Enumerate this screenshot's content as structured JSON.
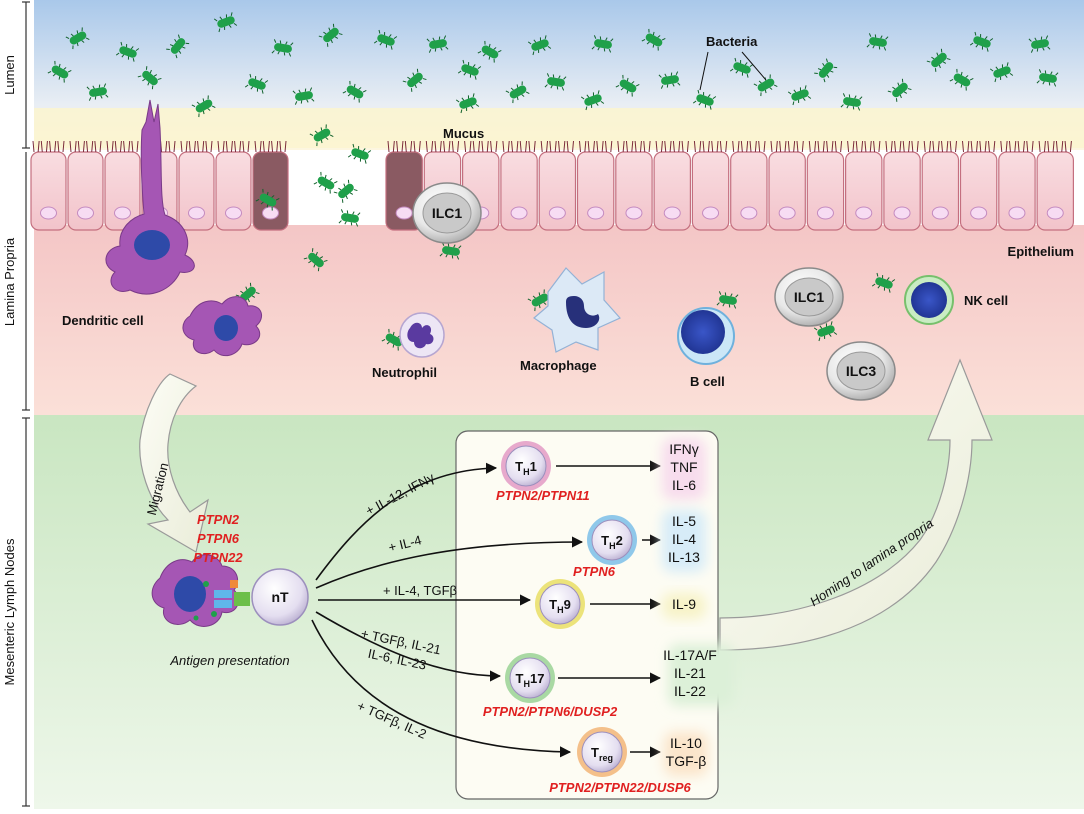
{
  "regions": {
    "lumen": "Lumen",
    "lamina_propria": "Lamina Propria",
    "lymph_nodes": "Mesenteric Lymph Nodes"
  },
  "labels": {
    "bacteria": "Bacteria",
    "mucus": "Mucus",
    "epithelium": "Epithelium",
    "dendritic_cell": "Dendritic cell",
    "neutrophil": "Neutrophil",
    "macrophage": "Macrophage",
    "b_cell": "B cell",
    "nk_cell": "NK cell",
    "ilc1_epi": "ILC1",
    "ilc1_lp": "ILC1",
    "ilc3": "ILC3",
    "migration": "Migration",
    "homing": "Homing to lamina propria",
    "antigen_presentation": "Antigen presentation",
    "naive_t": "nT"
  },
  "dc_genes": [
    "PTPN2",
    "PTPN6",
    "PTPN22"
  ],
  "subsets": [
    {
      "id": "th1",
      "main": "T",
      "sub": "H",
      "suffix": "1",
      "stimulus": "+ IL-12, IFNγ",
      "genes": "PTPN2/PTPN11",
      "cytokines": [
        "IFNγ",
        "TNF",
        "IL-6"
      ],
      "ring": "#e7a9cc",
      "glow": "#f7dced"
    },
    {
      "id": "th2",
      "main": "T",
      "sub": "H",
      "suffix": "2",
      "stimulus": "+ IL-4",
      "genes": "PTPN6",
      "cytokines": [
        "IL-5",
        "IL-4",
        "IL-13"
      ],
      "ring": "#8fc8ea",
      "glow": "#d7ecf8"
    },
    {
      "id": "th9",
      "main": "T",
      "sub": "H",
      "suffix": "9",
      "stimulus": "+ IL-4, TGFβ",
      "genes": "",
      "cytokines": [
        "IL-9"
      ],
      "ring": "#ece37a",
      "glow": "#f7f3c8"
    },
    {
      "id": "th17",
      "main": "T",
      "sub": "H",
      "suffix": "17",
      "stimulus": "+ TGFβ, IL-21\nIL-6, IL-23",
      "genes": "PTPN2/PTPN6/DUSP2",
      "cytokines": [
        "IL-17A/F",
        "IL-21",
        "IL-22"
      ],
      "ring": "#a9d9a3",
      "glow": "#dcf0d8"
    },
    {
      "id": "treg",
      "main": "T",
      "sub": "reg",
      "suffix": "",
      "stimulus": "+ TGFβ, IL-2",
      "genes": "PTPN2/PTPN22/DUSP6",
      "cytokines": [
        "IL-10",
        "TGF-β"
      ],
      "ring": "#f4c08a",
      "glow": "#fbe5cb"
    }
  ],
  "colors": {
    "gene_red": "#e02020",
    "bacteria_green": "#1fa04a",
    "dc_purple": "#a556b4",
    "cell_grey": "#cfcfcf",
    "lymph_bg": "#d6ecd0",
    "lp_bg": "#f7d2d2"
  }
}
